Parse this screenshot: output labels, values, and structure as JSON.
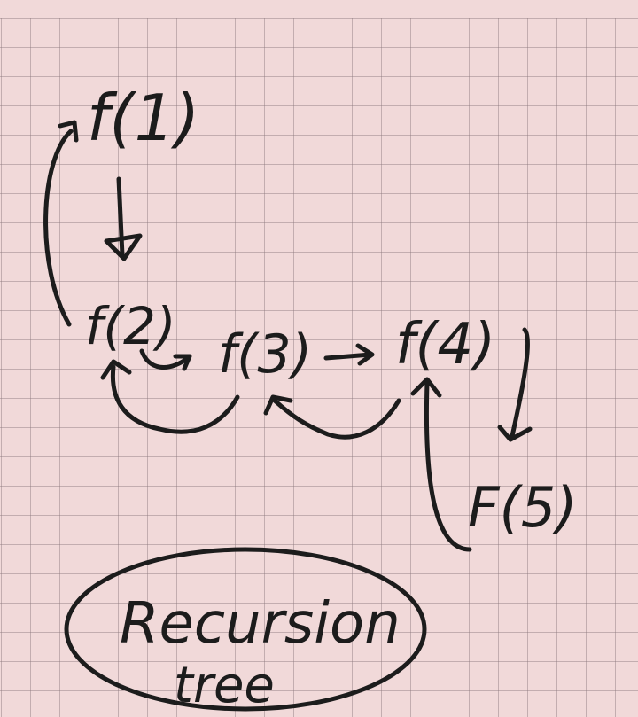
{
  "nodes": [
    {
      "id": "n1",
      "label": "f(1)"
    },
    {
      "id": "n2",
      "label": "f(2)"
    },
    {
      "id": "n3",
      "label": "f(3)"
    },
    {
      "id": "n4",
      "label": "f(4)"
    },
    {
      "id": "n5",
      "label": "F(5)"
    }
  ],
  "caption": {
    "line1": "Recursion",
    "line2": "tree"
  },
  "ink_color": "#1c1c1c",
  "paper_color": "#f1d9d9"
}
